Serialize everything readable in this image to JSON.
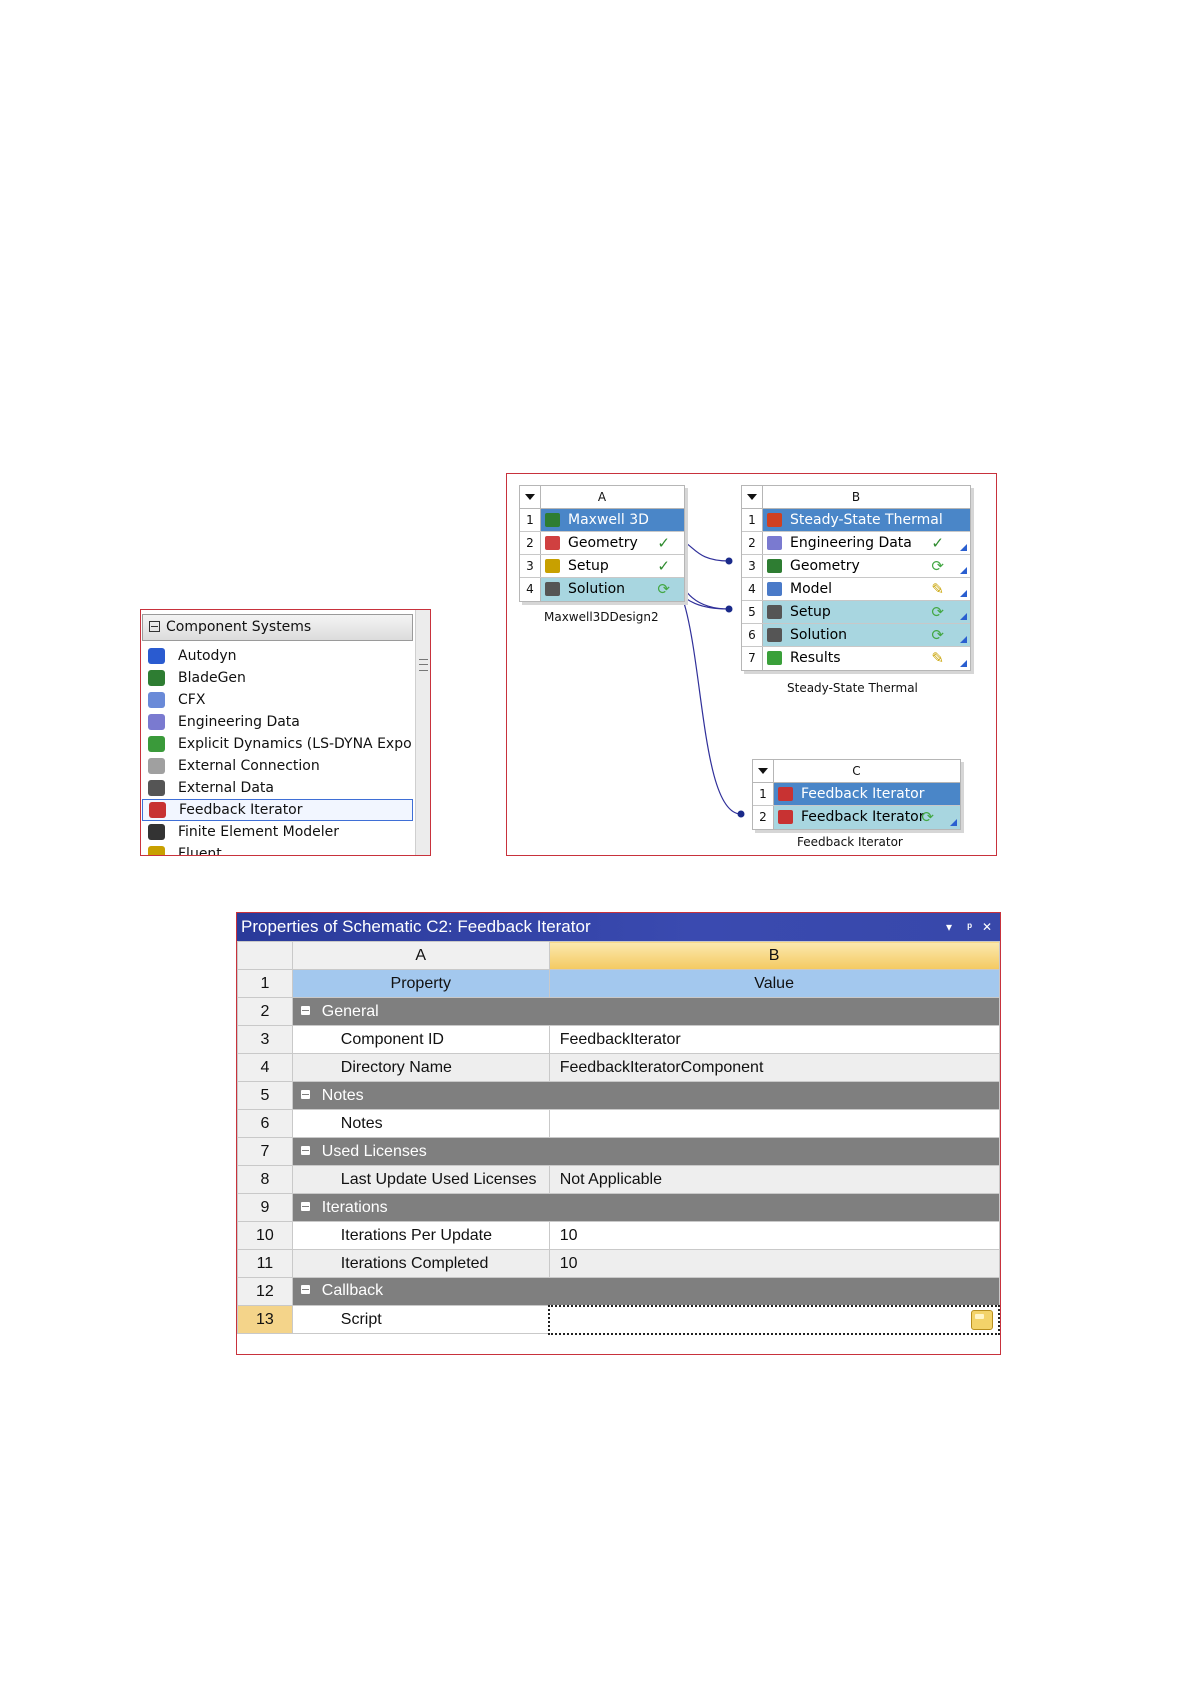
{
  "toolbox": {
    "header": "Component Systems",
    "items": [
      {
        "label": "Autodyn",
        "icon": "autodyn-icon",
        "color": "#2a5bd0"
      },
      {
        "label": "BladeGen",
        "icon": "bladegen-icon",
        "color": "#2e7d32"
      },
      {
        "label": "CFX",
        "icon": "cfx-icon",
        "color": "#6a8ad8"
      },
      {
        "label": "Engineering Data",
        "icon": "engineering-data-icon",
        "color": "#7a7ad0"
      },
      {
        "label": "Explicit Dynamics (LS-DYNA Expo",
        "icon": "explicit-dynamics-icon",
        "color": "#3a9a3a"
      },
      {
        "label": "External Connection",
        "icon": "gear-icon",
        "color": "#a0a0a0"
      },
      {
        "label": "External Data",
        "icon": "external-data-icon",
        "color": "#555555"
      },
      {
        "label": "Feedback Iterator",
        "icon": "feedback-iterator-icon",
        "color": "#c83232"
      },
      {
        "label": "Finite Element Modeler",
        "icon": "finite-element-modeler-icon",
        "color": "#333333"
      },
      {
        "label": "Fluent",
        "icon": "fluent-icon",
        "color": "#c8a000"
      }
    ]
  },
  "schematic": {
    "systemA": {
      "column": "A",
      "caption": "Maxwell3DDesign2",
      "rows": [
        {
          "num": "1",
          "label": "Maxwell 3D",
          "icon": "maxwell-icon",
          "iconColor": "#2e7d32",
          "state": "",
          "style": "title"
        },
        {
          "num": "2",
          "label": "Geometry",
          "icon": "geometry-icon",
          "iconColor": "#d04040",
          "state": "✓",
          "stateIcon": "check-icon",
          "style": "plain"
        },
        {
          "num": "3",
          "label": "Setup",
          "icon": "setup-icon",
          "iconColor": "#c8a000",
          "state": "✓",
          "stateIcon": "check-icon",
          "style": "plain"
        },
        {
          "num": "4",
          "label": "Solution",
          "icon": "solution-icon",
          "iconColor": "#555555",
          "state": "⟳",
          "stateIcon": "refresh-icon",
          "style": "hl"
        }
      ]
    },
    "systemB": {
      "column": "B",
      "caption": "Steady-State Thermal",
      "rows": [
        {
          "num": "1",
          "label": "Steady-State Thermal",
          "icon": "thermal-icon",
          "iconColor": "#d04020",
          "state": "",
          "style": "title"
        },
        {
          "num": "2",
          "label": "Engineering Data",
          "icon": "engineering-data-icon",
          "iconColor": "#7a7ad0",
          "state": "✓",
          "stateIcon": "check-icon",
          "style": "plain"
        },
        {
          "num": "3",
          "label": "Geometry",
          "icon": "geometry-dm-icon",
          "iconColor": "#2e7d32",
          "state": "⟳",
          "stateIcon": "refresh-icon",
          "style": "plain"
        },
        {
          "num": "4",
          "label": "Model",
          "icon": "model-icon",
          "iconColor": "#4a7ac8",
          "state": "✎",
          "stateIcon": "wrench-icon",
          "style": "plain"
        },
        {
          "num": "5",
          "label": "Setup",
          "icon": "setup-icon",
          "iconColor": "#555555",
          "state": "⟳",
          "stateIcon": "refresh-icon",
          "style": "hl"
        },
        {
          "num": "6",
          "label": "Solution",
          "icon": "solution-icon",
          "iconColor": "#555555",
          "state": "⟳",
          "stateIcon": "refresh-icon",
          "style": "hl"
        },
        {
          "num": "7",
          "label": "Results",
          "icon": "results-icon",
          "iconColor": "#3aa03a",
          "state": "✎",
          "stateIcon": "wrench-icon",
          "style": "plain"
        }
      ]
    },
    "systemC": {
      "column": "C",
      "caption": "Feedback Iterator",
      "rows": [
        {
          "num": "1",
          "label": "Feedback Iterator",
          "icon": "feedback-iterator-icon",
          "iconColor": "#c83232",
          "state": "",
          "style": "title"
        },
        {
          "num": "2",
          "label": "Feedback Iterator",
          "icon": "feedback-iterator-icon",
          "iconColor": "#c83232",
          "state": "⟳",
          "stateIcon": "refresh-icon",
          "style": "hl"
        }
      ]
    }
  },
  "properties": {
    "title": "Properties of Schematic C2: Feedback Iterator",
    "controls": [
      "▾",
      "ᵖ",
      "✕"
    ],
    "columns": [
      "A",
      "B"
    ],
    "header": {
      "num": "1",
      "a": "Property",
      "b": "Value"
    },
    "rows": [
      {
        "num": "2",
        "type": "group",
        "label": "General"
      },
      {
        "num": "3",
        "type": "prop",
        "name": "Component ID",
        "value": "FeedbackIterator",
        "shade": "plain"
      },
      {
        "num": "4",
        "type": "prop",
        "name": "Directory Name",
        "value": "FeedbackIteratorComponent",
        "shade": "alt"
      },
      {
        "num": "5",
        "type": "group",
        "label": "Notes"
      },
      {
        "num": "6",
        "type": "prop",
        "name": "Notes",
        "value": "",
        "shade": "plain"
      },
      {
        "num": "7",
        "type": "group",
        "label": "Used Licenses"
      },
      {
        "num": "8",
        "type": "prop",
        "name": "Last Update Used Licenses",
        "value": "Not Applicable",
        "shade": "alt"
      },
      {
        "num": "9",
        "type": "group",
        "label": "Iterations"
      },
      {
        "num": "10",
        "type": "prop",
        "name": "Iterations Per Update",
        "value": "10",
        "shade": "plain"
      },
      {
        "num": "11",
        "type": "prop",
        "name": "Iterations Completed",
        "value": "10",
        "shade": "alt"
      },
      {
        "num": "12",
        "type": "group",
        "label": "Callback"
      },
      {
        "num": "13",
        "type": "script",
        "name": "Script",
        "value": "",
        "shade": "plain",
        "selected": true
      }
    ]
  }
}
